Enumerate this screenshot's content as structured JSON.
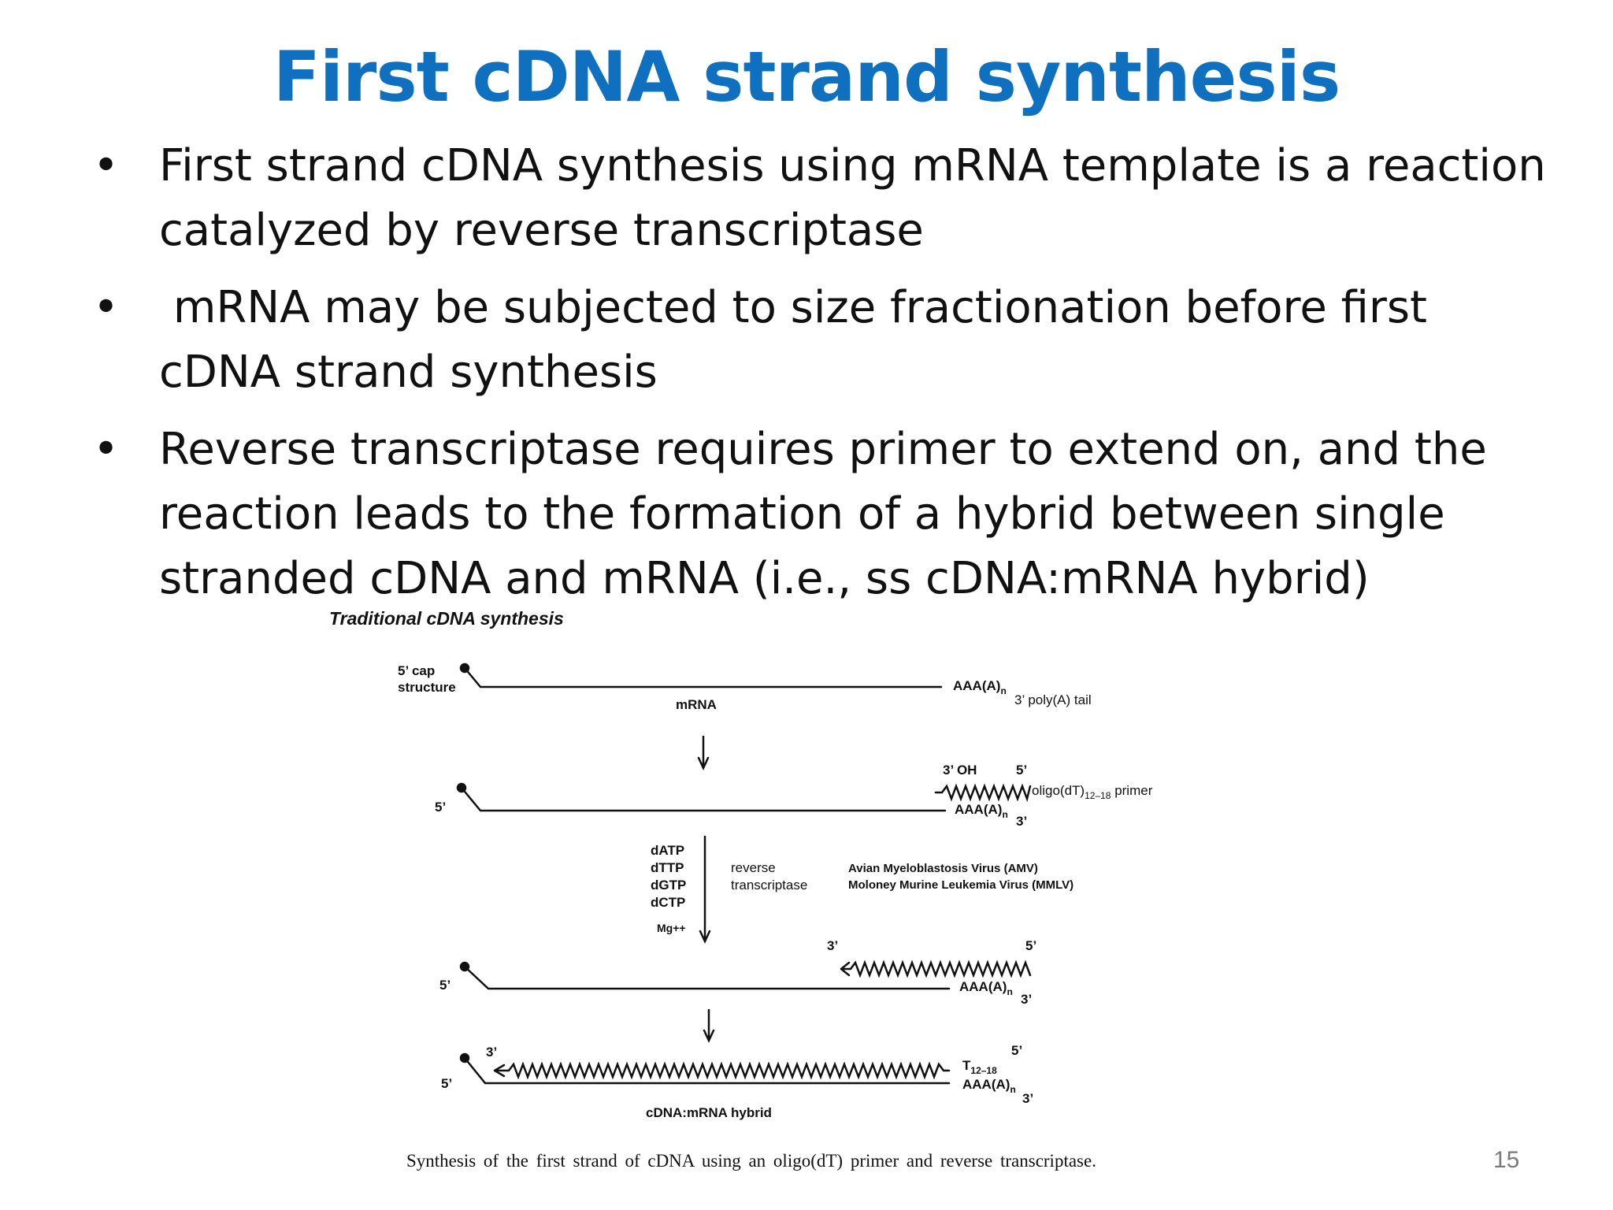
{
  "slide": {
    "title": "First cDNA strand synthesis",
    "bullet_symbol": "•",
    "bullets": [
      "First strand cDNA synthesis using mRNA template is a reaction catalyzed by reverse transcriptase",
      " mRNA may be subjected to size fractionation before first cDNA strand synthesis",
      "Reverse transcriptase requires primer to extend on, and the reaction leads to the formation of a hybrid between single stranded cDNA and mRNA (i.e., ss cDNA:mRNA hybrid)"
    ],
    "page_number": "15"
  },
  "figure": {
    "title": "Traditional cDNA synthesis",
    "cap_label_1": "5’ cap",
    "cap_label_2": "structure",
    "mrna_label": "mRNA",
    "polya_label": "AAA(A)",
    "polya_subscript": "n",
    "polya_tail_label": "3’ poly(A) tail",
    "oh_label": "3’ OH",
    "five_prime": "5’",
    "three_prime": "3’",
    "primer_label": "oligo(dT)",
    "primer_subscript": "12–18",
    "primer_suffix": " primer",
    "nucleotides": [
      "dATP",
      "dTTP",
      "dGTP",
      "dCTP"
    ],
    "cofactor": "Mg++",
    "enzyme_label_1": "reverse",
    "enzyme_label_2": "transcriptase",
    "enzyme_source_1": "Avian Myeloblastosis Virus (AMV)",
    "enzyme_source_2": "Moloney Murine Leukemia Virus (MMLV)",
    "t_label": "T",
    "t_subscript": "12–18",
    "hybrid_label": "cDNA:mRNA hybrid",
    "caption": "Synthesis of the first strand of cDNA using an oligo(dT) primer and reverse transcriptase."
  }
}
